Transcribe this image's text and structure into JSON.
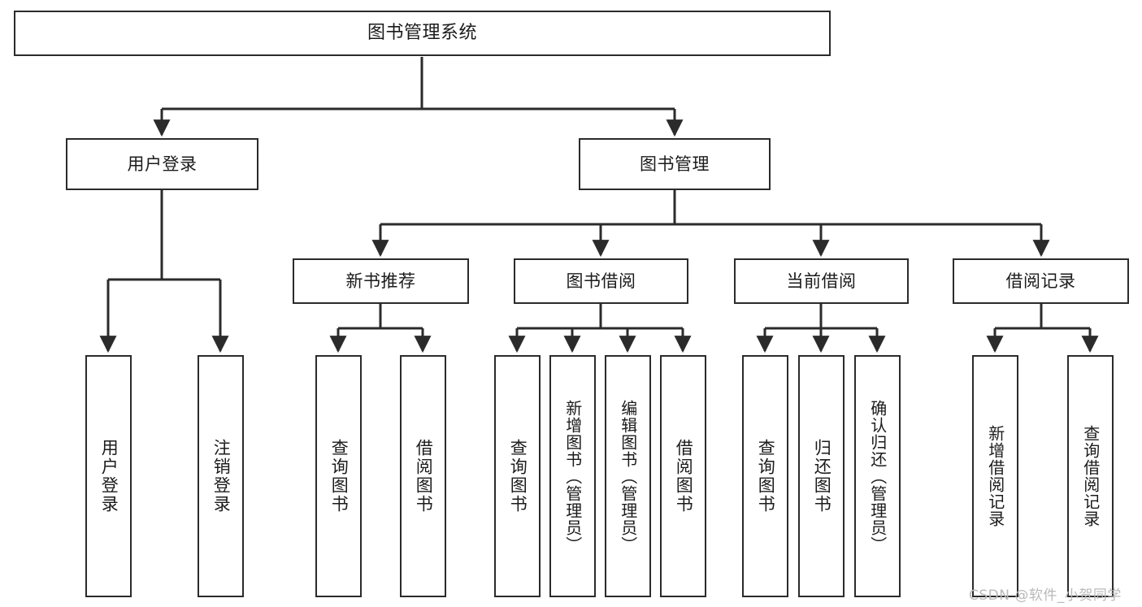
{
  "diagram": {
    "title": "图书管理系统",
    "type": "tree-hierarchy-diagram",
    "colors": {
      "box_border": "#2b2b2b",
      "box_fill": "#ffffff",
      "edge": "#2b2b2b",
      "background": "#ffffff",
      "watermark": "#b9b9b9"
    }
  },
  "nodes": {
    "root": {
      "label": "图书管理系统"
    },
    "level2": [
      {
        "id": "user-login",
        "label": "用户登录"
      },
      {
        "id": "book-manage",
        "label": "图书管理"
      }
    ],
    "level3": [
      {
        "id": "new-book-recommend",
        "label": "新书推荐"
      },
      {
        "id": "book-borrow",
        "label": "图书借阅"
      },
      {
        "id": "current-borrow",
        "label": "当前借阅"
      },
      {
        "id": "borrow-record",
        "label": "借阅记录"
      }
    ],
    "leaves": {
      "user_login": [
        {
          "id": "leaf-user-login",
          "label": "用户登录"
        },
        {
          "id": "leaf-logout-login",
          "label": "注销登录"
        }
      ],
      "new_book_recommend": [
        {
          "id": "leaf-query-book-1",
          "label": "查询图书"
        },
        {
          "id": "leaf-borrow-book-1",
          "label": "借阅图书"
        }
      ],
      "book_borrow": [
        {
          "id": "leaf-query-book-2",
          "label": "查询图书"
        },
        {
          "id": "leaf-add-book",
          "label": "新增图书（管理员）"
        },
        {
          "id": "leaf-edit-book",
          "label": "编辑图书（管理员）"
        },
        {
          "id": "leaf-borrow-book-2",
          "label": "借阅图书"
        }
      ],
      "current_borrow": [
        {
          "id": "leaf-query-book-3",
          "label": "查询图书"
        },
        {
          "id": "leaf-return-book",
          "label": "归还图书"
        },
        {
          "id": "leaf-confirm-return",
          "label": "确认归还（管理员）"
        }
      ],
      "borrow_record": [
        {
          "id": "leaf-add-record",
          "label": "新增借阅记录"
        },
        {
          "id": "leaf-query-record",
          "label": "查询借阅记录"
        }
      ]
    }
  },
  "watermark": {
    "text": "CSDN @软件_小贺同学"
  }
}
